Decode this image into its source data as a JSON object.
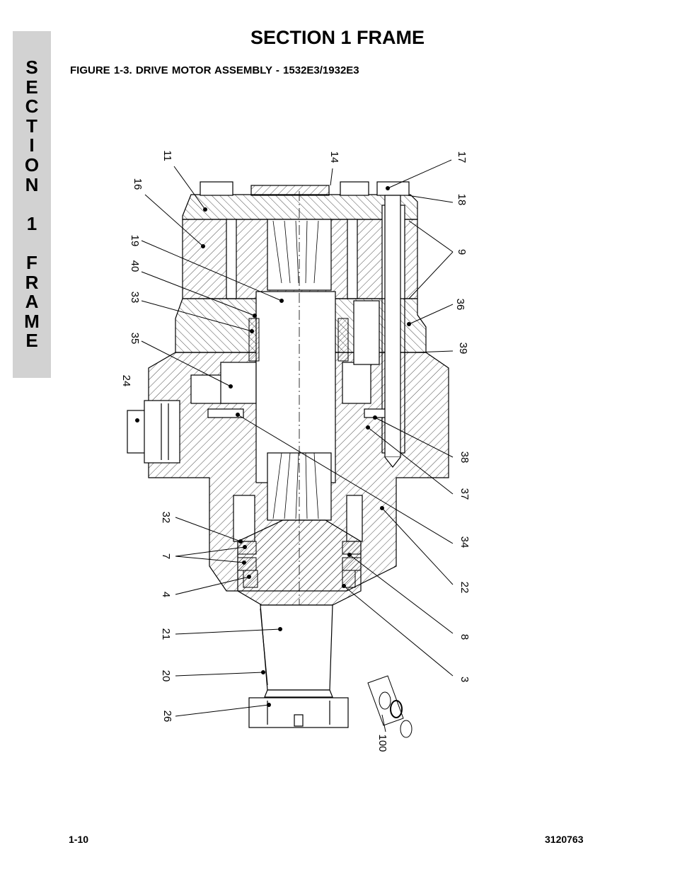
{
  "side_tab": {
    "letters": [
      "S",
      "E",
      "C",
      "T",
      "I",
      "O",
      "N",
      "",
      "1",
      "",
      "F",
      "R",
      "A",
      "M",
      "E"
    ]
  },
  "header": {
    "section_title": "SECTION 1  FRAME",
    "figure_title": "FIGURE 1-3.    DRIVE MOTOR ASSEMBLY - 1532E3/1932E3"
  },
  "callouts": {
    "c11": "11",
    "c16": "16",
    "c19": "19",
    "c40": "40",
    "c33": "33",
    "c35": "35",
    "c24": "24",
    "c32": "32",
    "c7": "7",
    "c4": "4",
    "c21": "21",
    "c20": "20",
    "c26": "26",
    "c14": "14",
    "c17": "17",
    "c18": "18",
    "c9": "9",
    "c36": "36",
    "c39": "39",
    "c38": "38",
    "c37": "37",
    "c34": "34",
    "c22": "22",
    "c8": "8",
    "c3": "3",
    "c100": "100"
  },
  "footer": {
    "page_number": "1-10",
    "document_number": "3120763"
  }
}
